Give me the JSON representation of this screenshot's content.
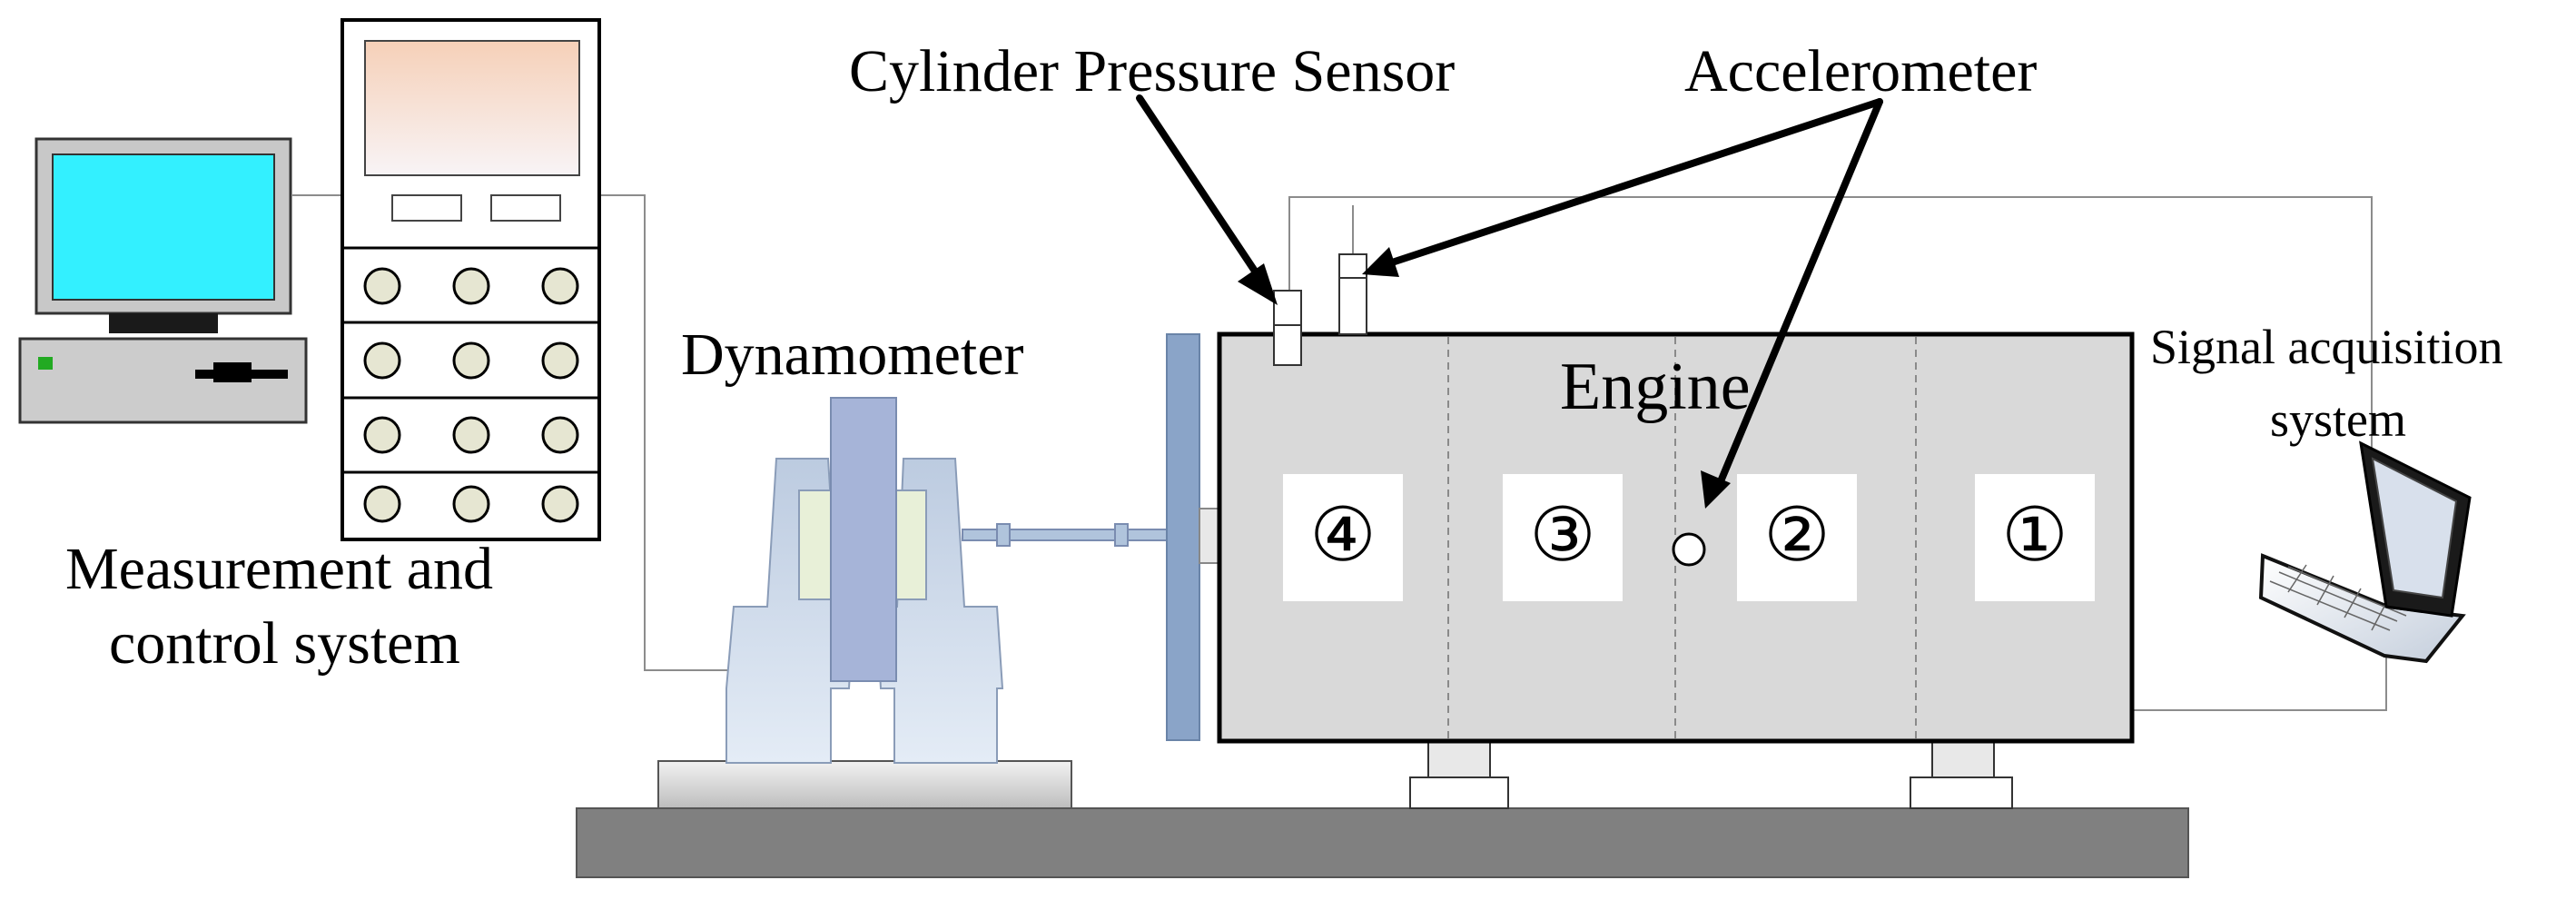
{
  "labels": {
    "cylinder_pressure_sensor": "Cylinder Pressure Sensor",
    "accelerometer": "Accelerometer",
    "dynamometer": "Dynamometer",
    "engine": "Engine",
    "signal_acquisition_line1": "Signal acquisition",
    "signal_acquisition_line2": "system",
    "measurement_line1": "Measurement and",
    "measurement_line2": "control system"
  },
  "cylinders": [
    "④",
    "③",
    "②",
    "①"
  ],
  "colors": {
    "monitor_screen": "#33f0ff",
    "panel_screen_top": "#f6d0b8",
    "panel_screen_bottom": "#f8f4f6",
    "knob": "#e6e6d2",
    "dynamometer_body": "#b8c8dc",
    "dynamometer_rotor": "#a6b4d8",
    "flywheel": "#8aa4c8",
    "engine_body": "#d9d9d9",
    "base_platform": "#808080",
    "laptop_screen": "#d8e0ec"
  }
}
